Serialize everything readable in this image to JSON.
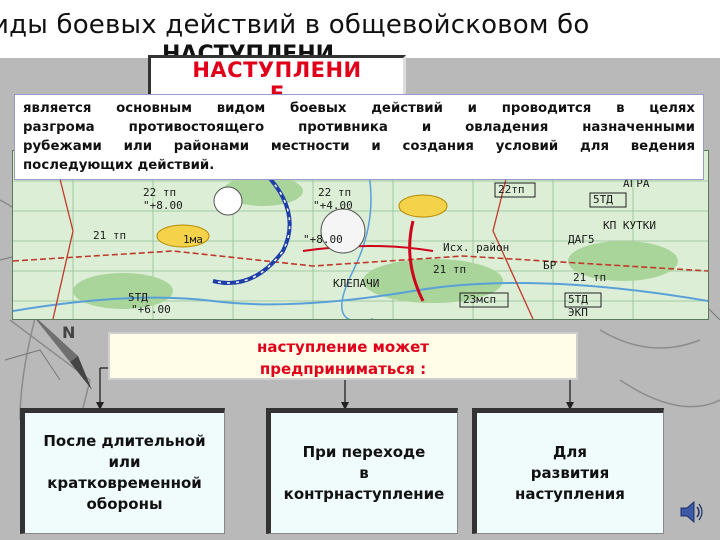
{
  "title": {
    "main": "иды боевых действий в  общевойсковом бо",
    "sub": "НАСТУПЛЕНИ"
  },
  "offense_box": {
    "line1": "НАСТУПЛЕНИ",
    "line2": "Е"
  },
  "definition": {
    "lines": [
      "является  основным видом боевых действий и проводится в целях",
      "разгрома противостоящего противника и овладения назначенными",
      "рубежами или районами местности и создания условий для ведения",
      "последующих действий."
    ]
  },
  "may_box": {
    "line1": "наступление  может",
    "line2": "предприниматься :"
  },
  "options": [
    {
      "lines": [
        "После длительной",
        "или",
        "кратковременной",
        "обороны"
      ]
    },
    {
      "lines": [
        "При переходе",
        "в",
        "контрнаступление"
      ]
    },
    {
      "lines": [
        "Для",
        "развития",
        "наступления"
      ]
    }
  ],
  "map_labels": {
    "tp22_left": "22 тп",
    "tp22_mid": "22 тп",
    "tp22_right": "22тп",
    "td5_top": "5ТД",
    "td5_bottom": "5ТД",
    "td5_mid": "5ТД",
    "agra": "АГРА",
    "kp_kutki": "КП\nКУТКИ",
    "dags": "ДАГ5",
    "msp23": "23мсп",
    "klepachi": "КЛЕПАЧИ",
    "ish_rayon": "Исх.\nрайон",
    "ma1": "1ма",
    "tp21_left": "21 тп",
    "tp21_mid": "21 тп",
    "tp21_right": "21 тп",
    "val_800_a": "\"+8.00",
    "val_400": "\"+4.00",
    "val_600": "\"+6.00",
    "val_800_b": "\"+8.00",
    "bp": "БР",
    "ekp": "ЭКП"
  },
  "colors": {
    "title_bar": "#ffffff",
    "offense_text": "#e0001a",
    "may_text": "#e0001a",
    "map_bg": "#d8ead0",
    "option_bg": "#f0fcfc",
    "may_bg": "#fffce8"
  },
  "icons": [
    "compass-arrow-icon",
    "speaker-icon"
  ]
}
